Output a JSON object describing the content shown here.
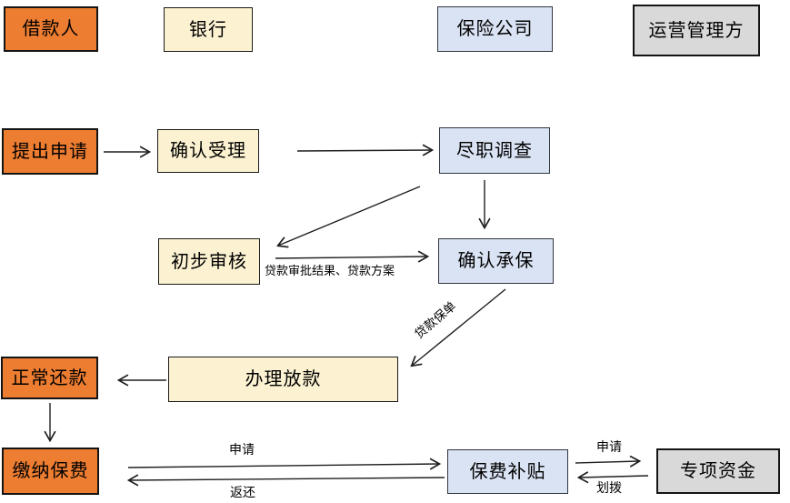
{
  "diagram": {
    "nodes": [
      {
        "id": "borrower",
        "label": "借款人",
        "color": "orange"
      },
      {
        "id": "bank",
        "label": "银行",
        "color": "cream"
      },
      {
        "id": "insurer",
        "label": "保险公司",
        "color": "blue"
      },
      {
        "id": "operator",
        "label": "运营管理方",
        "color": "gray"
      },
      {
        "id": "submit-application",
        "label": "提出申请",
        "color": "orange"
      },
      {
        "id": "confirm-acceptance",
        "label": "确认受理",
        "color": "cream"
      },
      {
        "id": "due-diligence",
        "label": "尽职调查",
        "color": "blue"
      },
      {
        "id": "preliminary-review",
        "label": "初步审核",
        "color": "cream"
      },
      {
        "id": "confirm-underwriting",
        "label": "确认承保",
        "color": "blue"
      },
      {
        "id": "normal-repayment",
        "label": "正常还款",
        "color": "orange"
      },
      {
        "id": "process-disbursement",
        "label": "办理放款",
        "color": "cream"
      },
      {
        "id": "pay-premium",
        "label": "缴纳保费",
        "color": "orange"
      },
      {
        "id": "premium-subsidy",
        "label": "保费补贴",
        "color": "blue"
      },
      {
        "id": "special-fund",
        "label": "专项资金",
        "color": "gray"
      }
    ],
    "edge_labels": {
      "approval_result": "贷款审批结果、贷款方案",
      "loan_policy": "贷款保单",
      "apply_to_subsidy": "申请",
      "refund": "返还",
      "apply_to_fund": "申请",
      "allocate": "划拨"
    },
    "colors": {
      "orange": "#ED7D31",
      "cream": "#FCF2D2",
      "blue": "#DAE3F3",
      "gray": "#D9D9D9",
      "line": "#1f1f1f"
    }
  }
}
